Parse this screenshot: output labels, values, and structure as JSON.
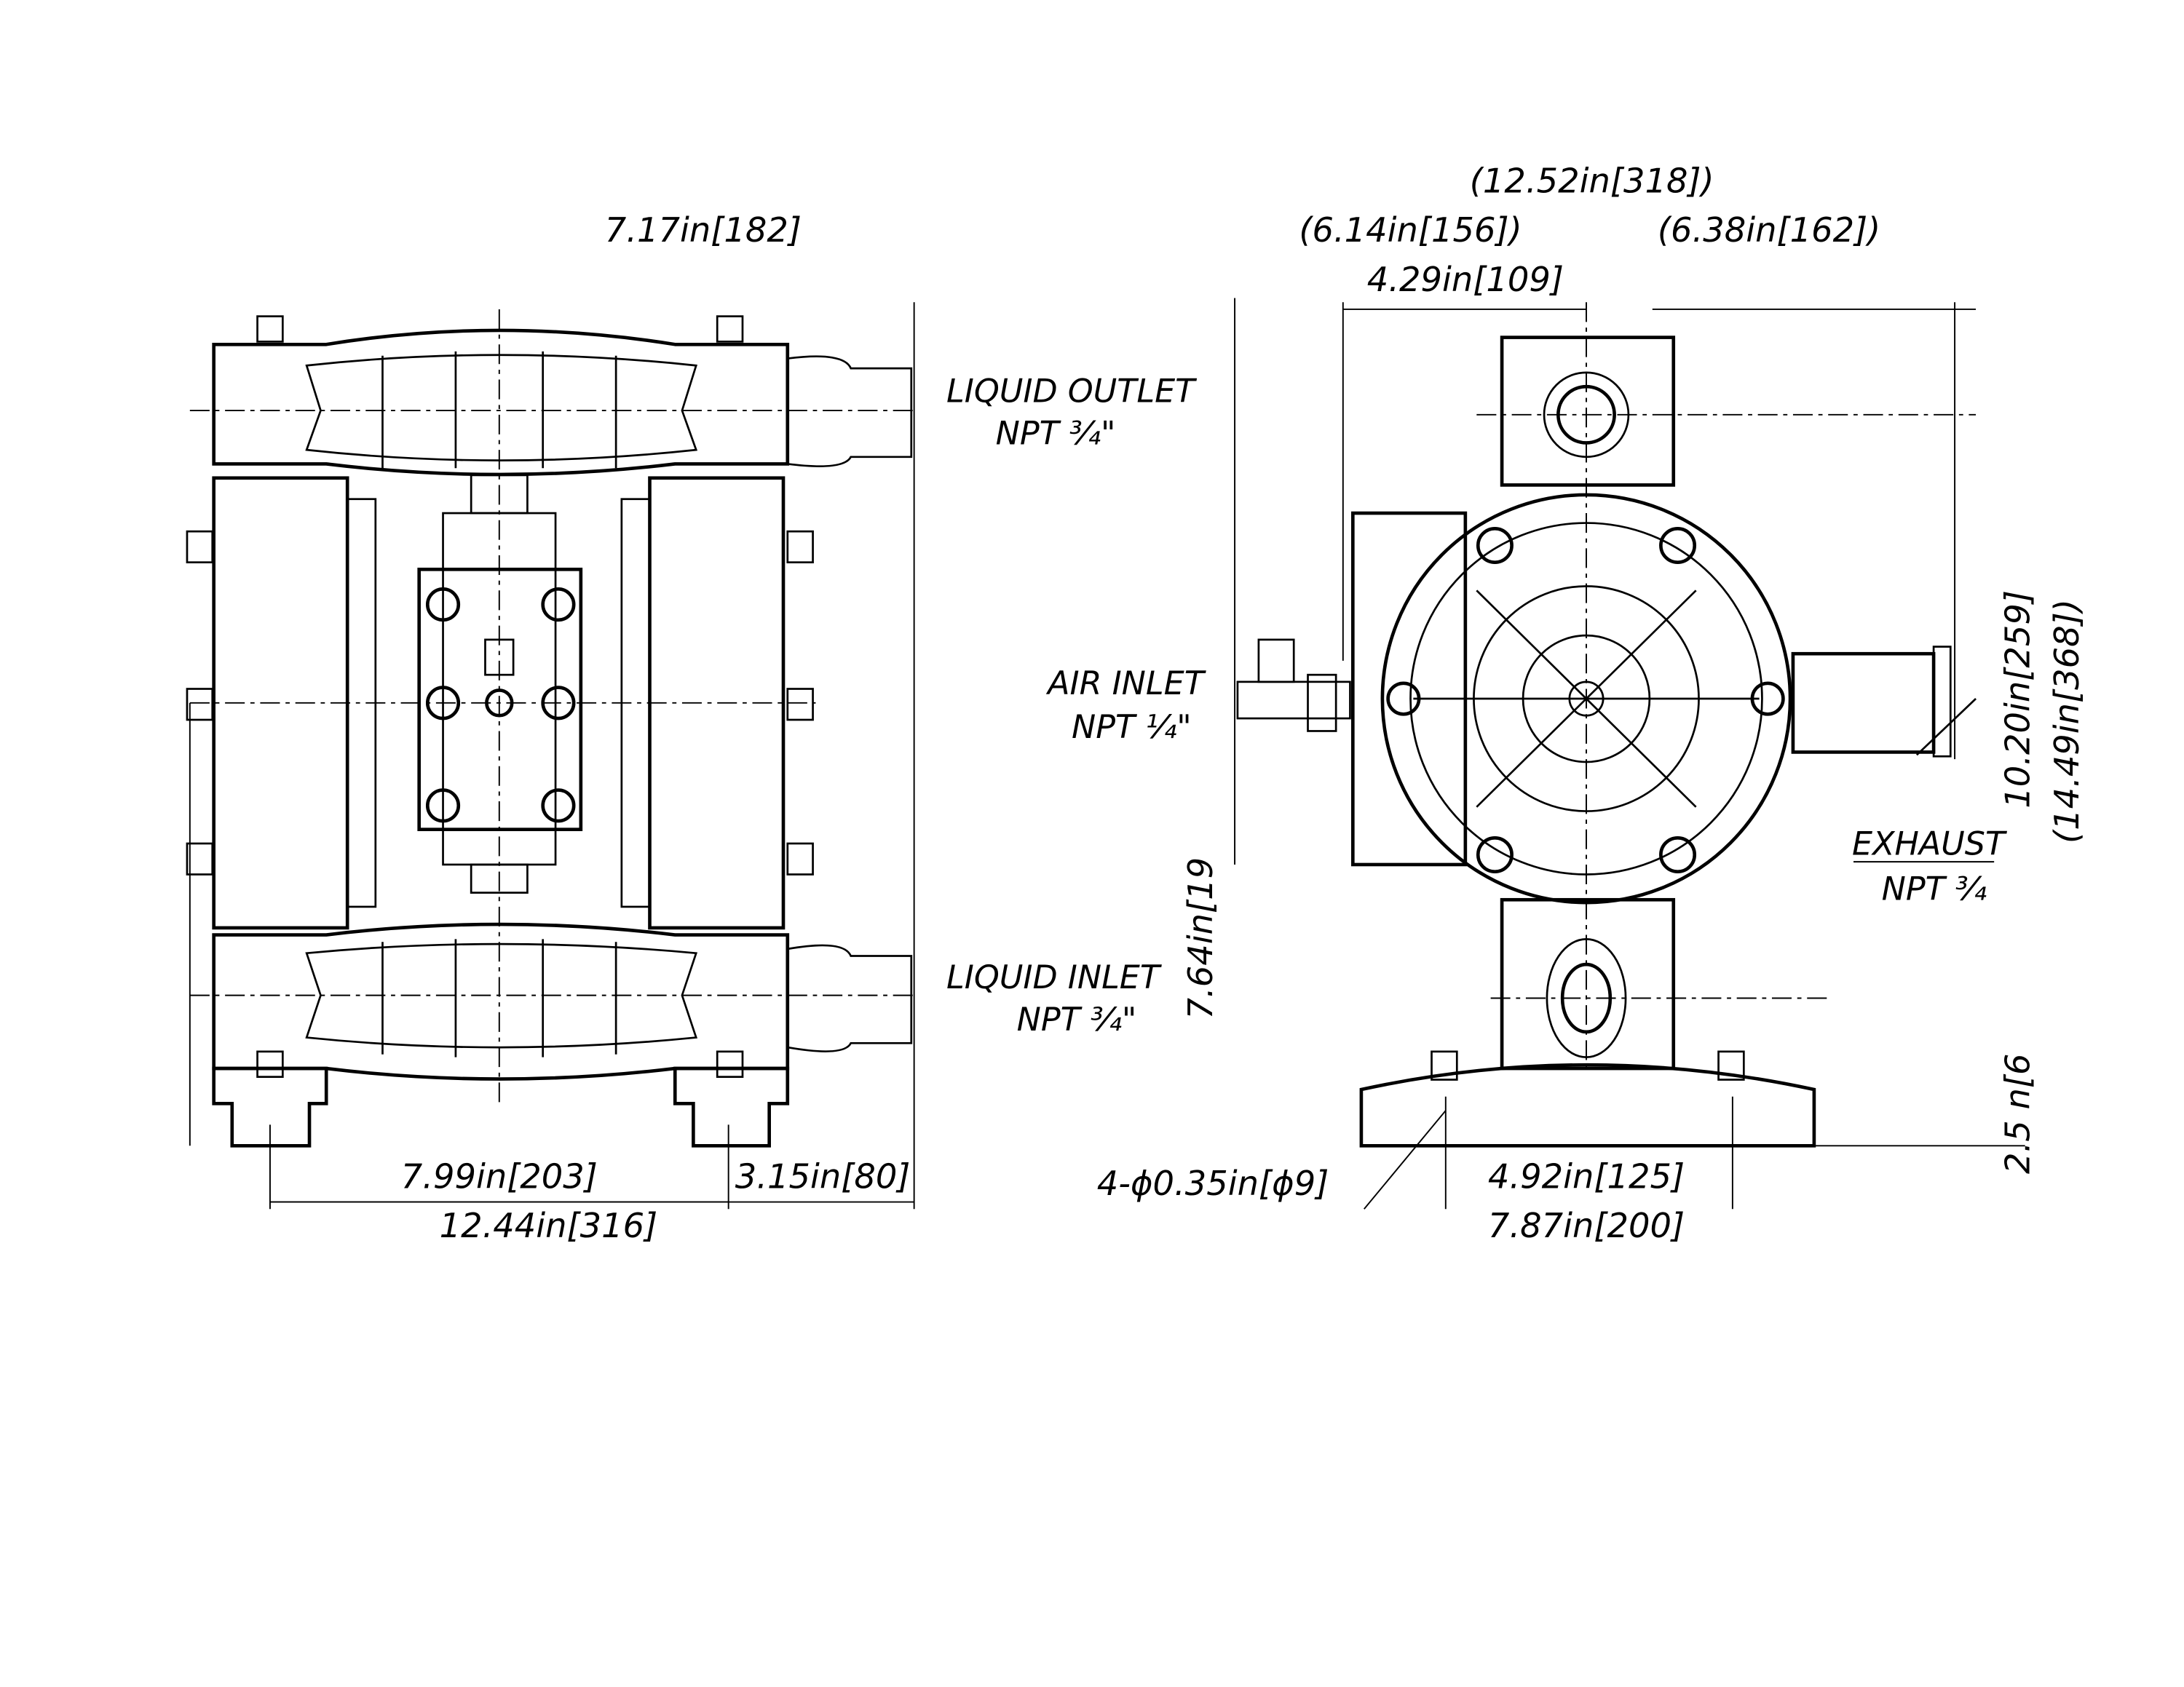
{
  "front_view": {
    "top_width": "7.17in[182]",
    "liquid_outlet": {
      "label": "LIQUID OUTLET",
      "size": "NPT ¾\""
    },
    "liquid_inlet": {
      "label": "LIQUID INLET",
      "size": "NPT ¾\""
    },
    "mount_spacing": "7.99in[203]",
    "overall_width": "12.44in[316]",
    "port_offset": "3.15in[80]"
  },
  "side_view": {
    "overall_depth": "(12.52in[318])",
    "left_depth": "(6.14in[156])",
    "right_depth": "(6.38in[162])",
    "air_inlet_offset": "4.29in[109]",
    "air_inlet": {
      "label": "AIR INLET",
      "size": "NPT ¼\""
    },
    "air_inlet_height": "7.64in[19",
    "exhaust": {
      "label": "EXHAUST",
      "size": "NPT ¾"
    },
    "outlet_height": "10.20in[259]",
    "overall_height": "(14.49in[368])",
    "base_height": "2.5  n[6",
    "mount_holes": "4-ϕ0.35in[ϕ9]",
    "base_hole_spacing": "4.92in[125]",
    "base_width": "7.87in[200]"
  }
}
